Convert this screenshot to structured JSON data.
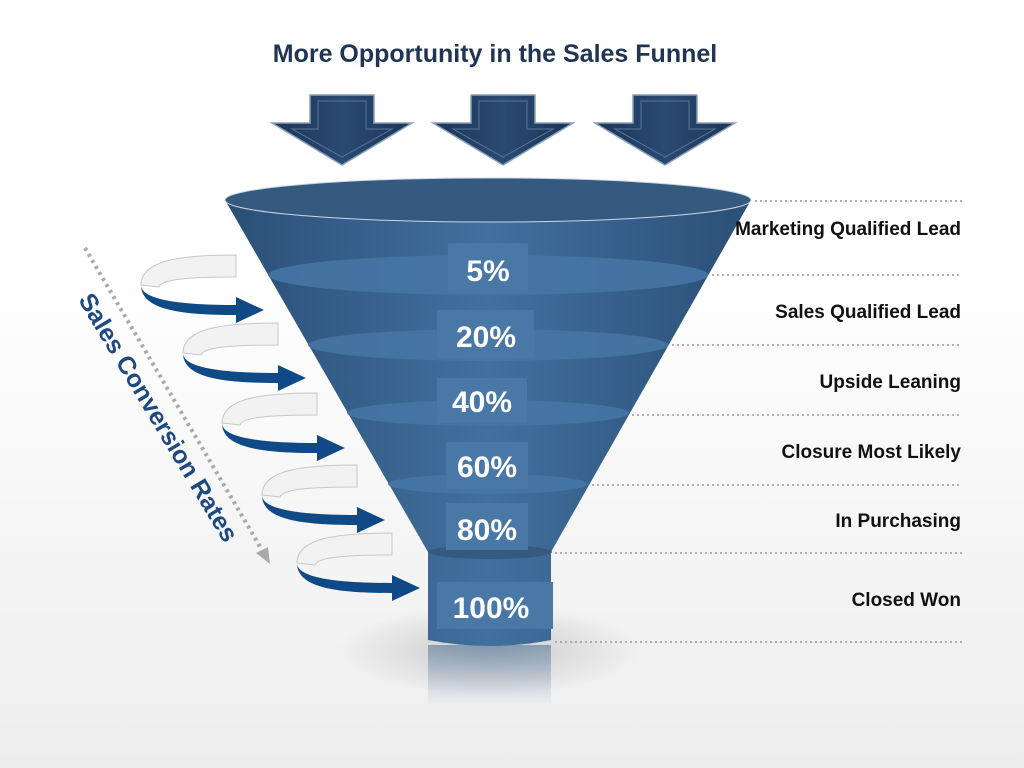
{
  "title": "More Opportunity in the Sales Funnel",
  "side_label": "Sales Conversion Rates",
  "stages": [
    {
      "label": "Marketing Qualified Lead",
      "rate": "5%"
    },
    {
      "label": "Sales Qualified Lead",
      "rate": "20%"
    },
    {
      "label": "Upside Leaning",
      "rate": "40%"
    },
    {
      "label": "Closure Most Likely",
      "rate": "60%"
    },
    {
      "label": "In Purchasing",
      "rate": "80%"
    },
    {
      "label": "Closed Won",
      "rate": "100%"
    }
  ],
  "colors": {
    "funnel": "#3d6690",
    "arrow": "#1e3a5f",
    "title": "#1f3553",
    "curl": "#0f4a86"
  }
}
